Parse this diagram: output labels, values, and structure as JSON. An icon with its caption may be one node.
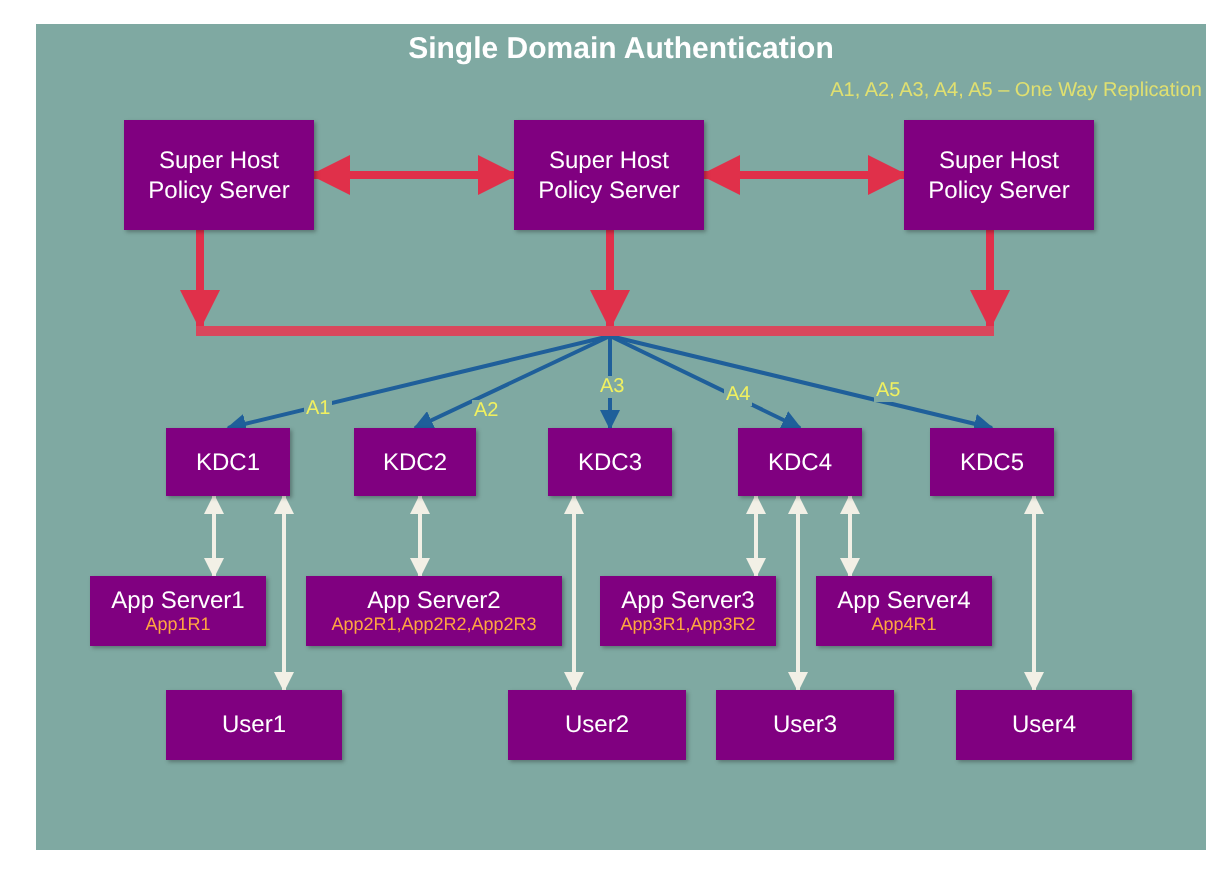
{
  "diagram": {
    "title": "Single Domain Authentication",
    "nodes": [
      {
        "text": [
          "Super Host Policy Server"
        ]
      },
      {
        "text": [
          "Super Host Policy Server"
        ]
      },
      {
        "text": [
          "Super Host Policy Server"
        ]
      },
      {
        "text": [],
        "shape": "bar"
      },
      {
        "text": [
          "KDC1"
        ]
      },
      {
        "text": [
          "KDC2"
        ]
      },
      {
        "text": [
          "KDC3"
        ]
      },
      {
        "text": [
          "KDC4"
        ]
      },
      {
        "text": [
          "KDC5"
        ]
      },
      {
        "text": [
          "App Server1",
          "App1R1"
        ]
      },
      {
        "text": [
          "App Server2",
          "App2R1,App2R2,App2R3"
        ]
      },
      {
        "text": [
          "App Server3",
          "App3R1,App3R2"
        ]
      },
      {
        "text": [
          "App Server4",
          "App4R1"
        ]
      },
      {
        "text": [
          "User1"
        ]
      },
      {
        "text": [
          "User2"
        ]
      },
      {
        "text": [
          "User3"
        ]
      },
      {
        "text": [
          "User4"
        ]
      }
    ],
    "edges": [
      {
        "from": 0,
        "to": 1,
        "arrow": "both",
        "style": "thick",
        "color": "#e0304a"
      },
      {
        "from": 1,
        "to": 2,
        "arrow": "both",
        "style": "thick",
        "color": "#e0304a"
      },
      {
        "from": 0,
        "to": 3,
        "arrow": "to",
        "style": "thick",
        "color": "#e0304a"
      },
      {
        "from": 1,
        "to": 3,
        "arrow": "to",
        "style": "thick",
        "color": "#e0304a"
      },
      {
        "from": 2,
        "to": 3,
        "arrow": "to",
        "style": "thick",
        "color": "#e0304a"
      },
      {
        "from": 3,
        "to": 4,
        "arrow": "to",
        "label": "A1",
        "color": "#1f5f9a"
      },
      {
        "from": 3,
        "to": 5,
        "arrow": "to",
        "label": "A2",
        "color": "#1f5f9a"
      },
      {
        "from": 3,
        "to": 6,
        "arrow": "to",
        "label": "A3",
        "color": "#1f5f9a"
      },
      {
        "from": 3,
        "to": 7,
        "arrow": "to",
        "label": "A4",
        "color": "#1f5f9a"
      },
      {
        "from": 3,
        "to": 8,
        "arrow": "to",
        "label": "A5",
        "color": "#1f5f9a"
      },
      {
        "from": 4,
        "to": 9,
        "arrow": "both"
      },
      {
        "from": 4,
        "to": 13,
        "arrow": "both"
      },
      {
        "from": 5,
        "to": 10,
        "arrow": "both"
      },
      {
        "from": 6,
        "to": 14,
        "arrow": "both"
      },
      {
        "from": 7,
        "to": 11,
        "arrow": "both"
      },
      {
        "from": 7,
        "to": 15,
        "arrow": "both"
      },
      {
        "from": 7,
        "to": 12,
        "arrow": "both"
      },
      {
        "from": 8,
        "to": 16,
        "arrow": "both"
      }
    ],
    "labels": [
      "A1, A2, A3, A4, A5 – One Way Replication"
    ]
  }
}
